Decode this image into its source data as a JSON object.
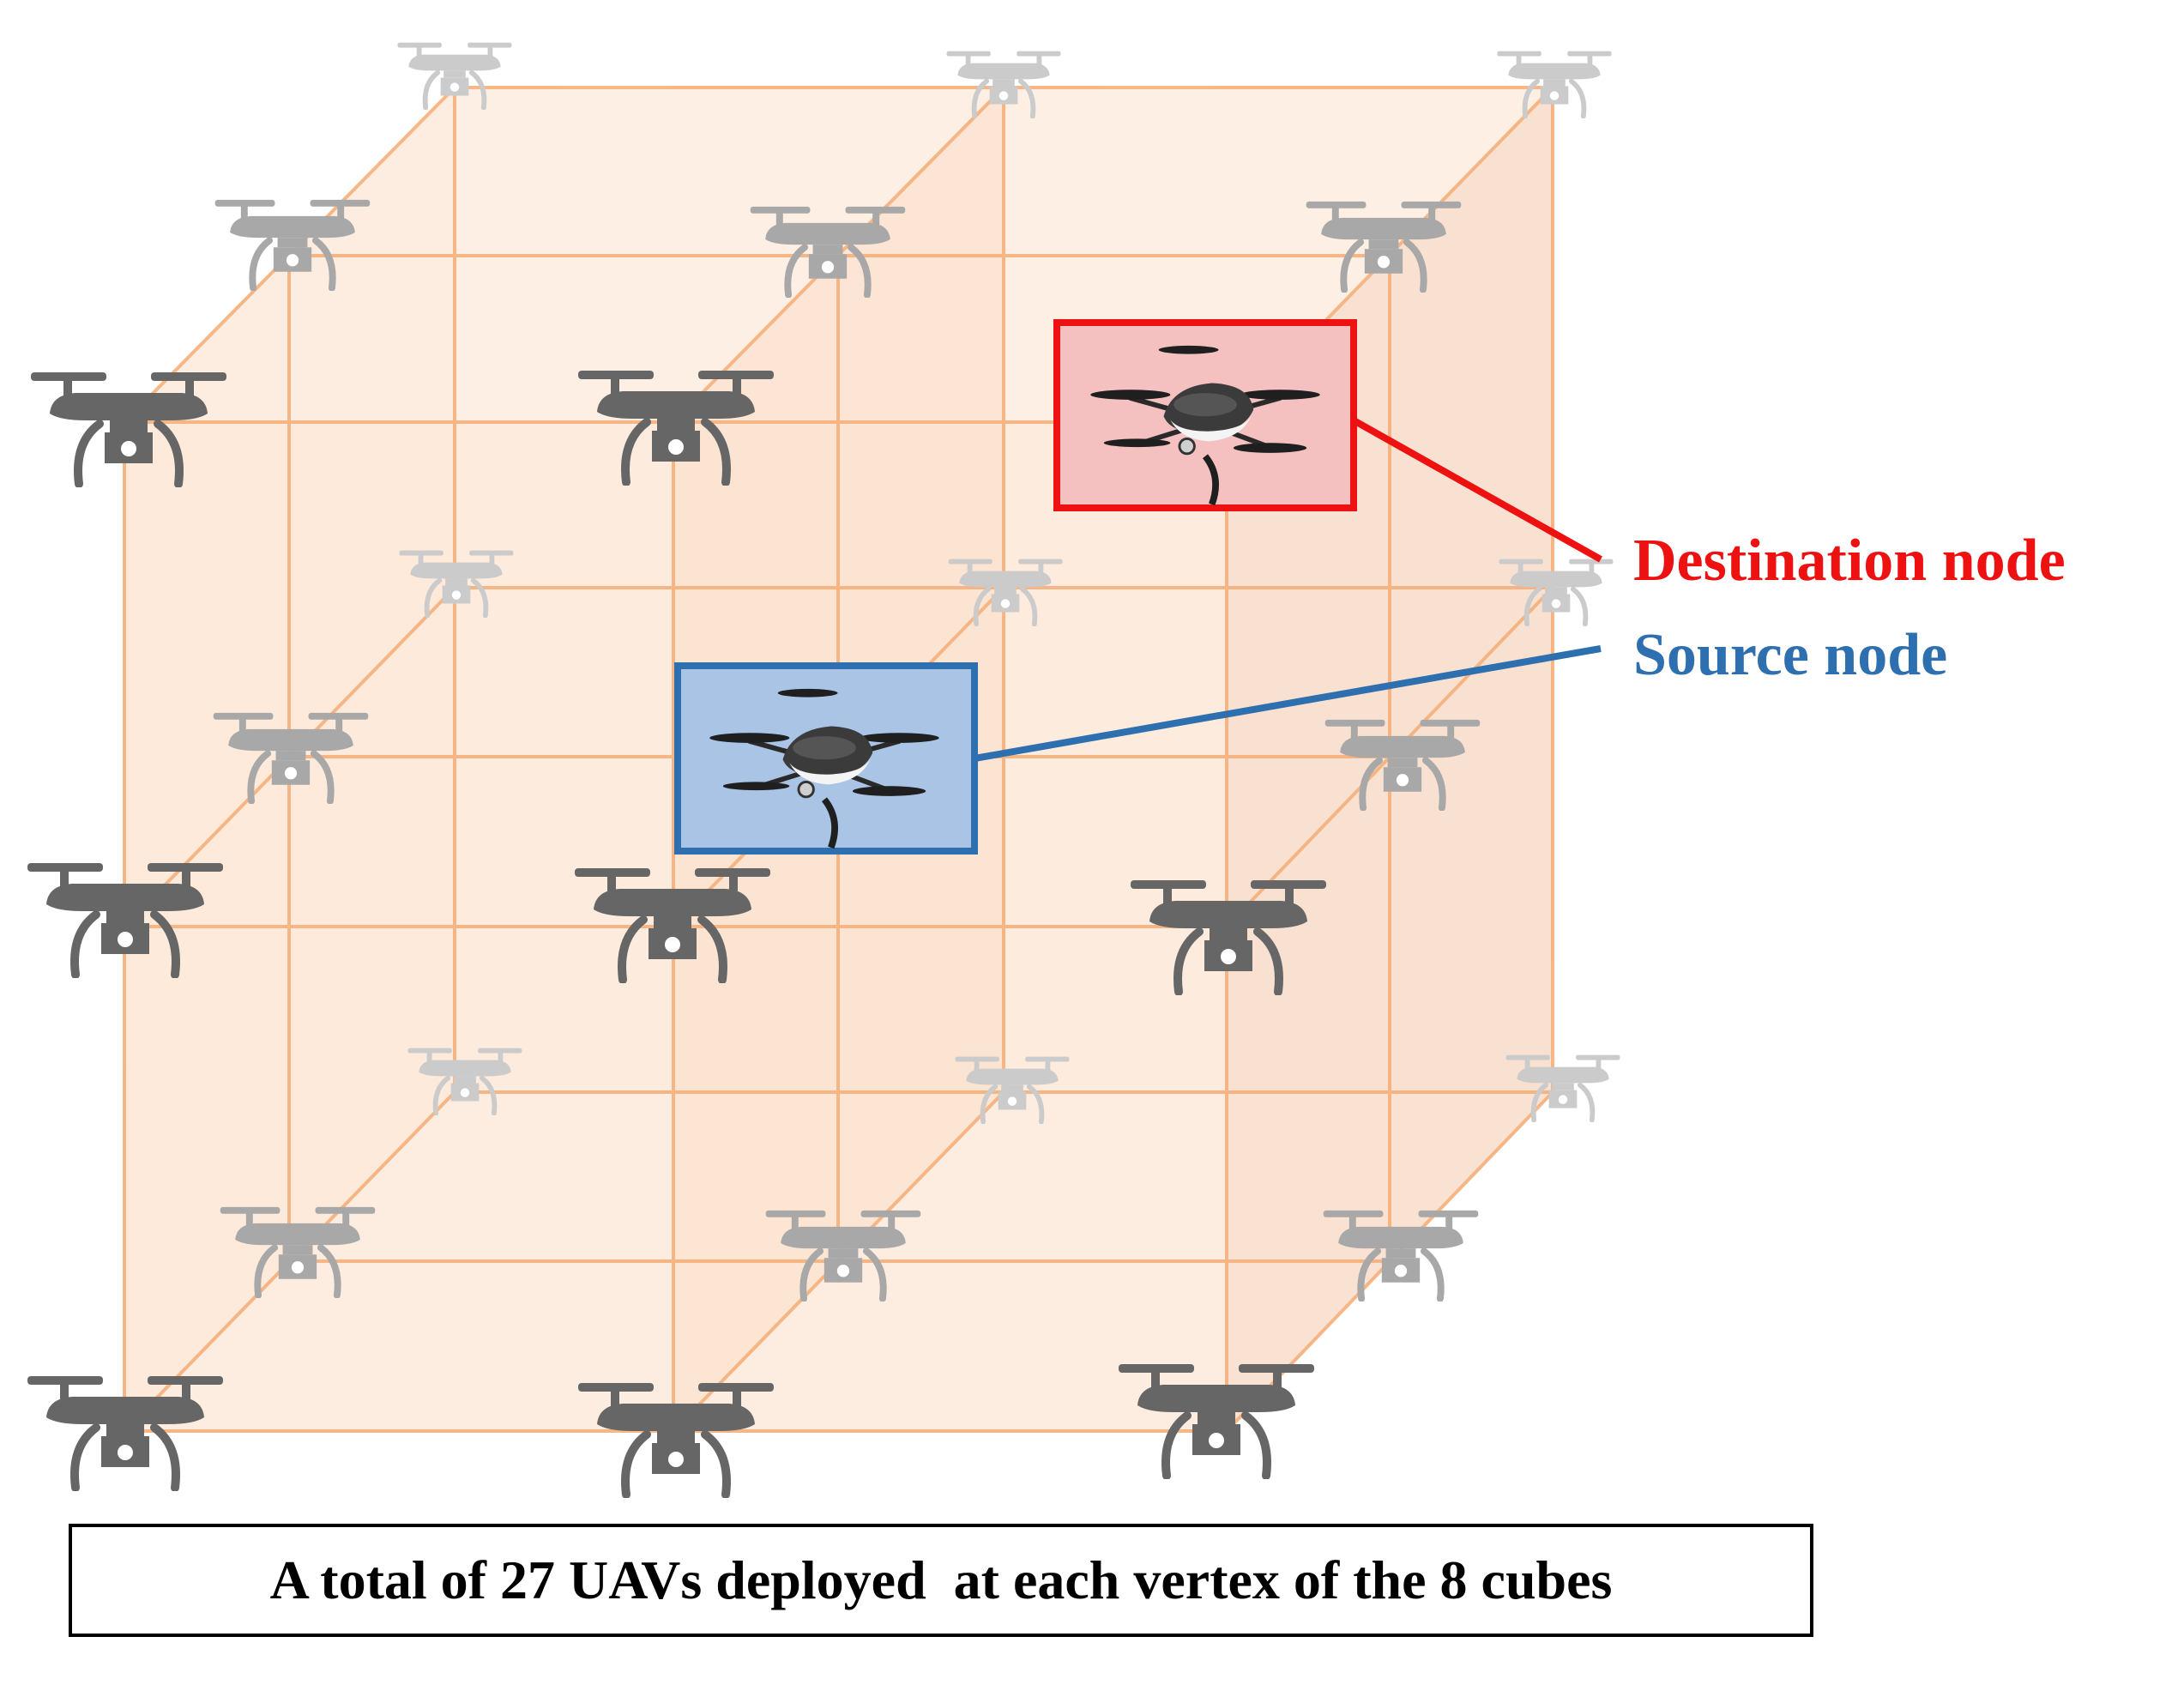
{
  "diagram": {
    "destination_label": "Destination node",
    "source_label": "Source node",
    "caption": "A total of 27 UAVs deployed  at each vertex of the 8 cubes"
  },
  "colors": {
    "destination": "#ee1111",
    "source": "#2e6fb0",
    "destination_box_fill": "#f5c0c0",
    "source_box_fill": "#aac4e6",
    "cube_edge": "#f5b07a",
    "cube_fill": "#f8c9a0",
    "uav_front": "#666666",
    "uav_middle": "#a8a8a8",
    "uav_back": "#cbcbcb"
  },
  "icons": {
    "uav": "quadcopter-drone-icon",
    "highlighted_uav": "foldable-drone-icon"
  }
}
